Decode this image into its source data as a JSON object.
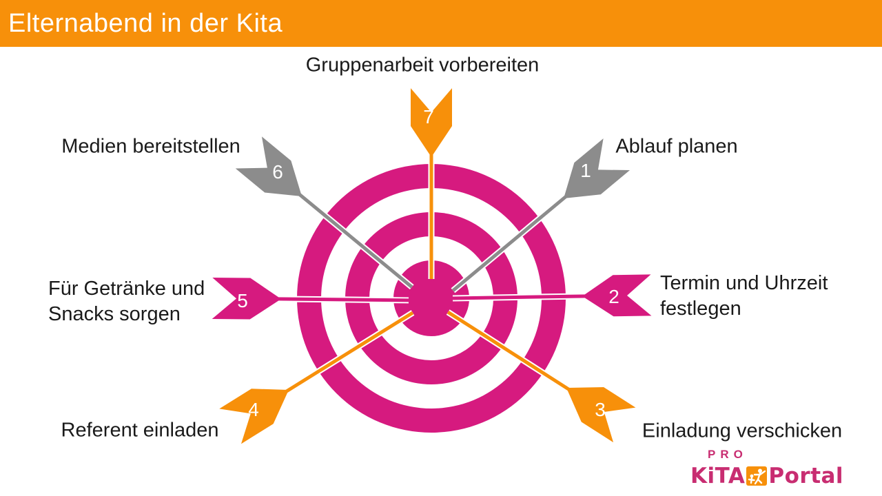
{
  "title": "Elternabend in der Kita",
  "steps": [
    {
      "number": "1",
      "label": "Ablauf planen",
      "color": "#8C8C8C"
    },
    {
      "number": "2",
      "label": "Termin und Uhrzeit festlegen",
      "color": "#D61A7F"
    },
    {
      "number": "3",
      "label": "Einladung verschicken",
      "color": "#F7900A"
    },
    {
      "number": "4",
      "label": "Referent einladen",
      "color": "#F7900A"
    },
    {
      "number": "5",
      "label": "Für Getränke und Snacks sorgen",
      "color": "#D61A7F"
    },
    {
      "number": "6",
      "label": "Medien bereitstellen",
      "color": "#8C8C8C"
    },
    {
      "number": "7",
      "label": "Gruppenarbeit vorbereiten",
      "color": "#F7900A"
    }
  ],
  "colors": {
    "header_bg": "#F7900A",
    "target_pink": "#D61A7F",
    "arrow_gray": "#8C8C8C",
    "arrow_orange": "#F7900A",
    "label_text": "#1A1A1A",
    "logo_pink": "#C82D71",
    "logo_orange": "#F7900A"
  },
  "logo": {
    "line1": "PRO",
    "brand_left": "KiTA",
    "brand_right": "Portal"
  }
}
